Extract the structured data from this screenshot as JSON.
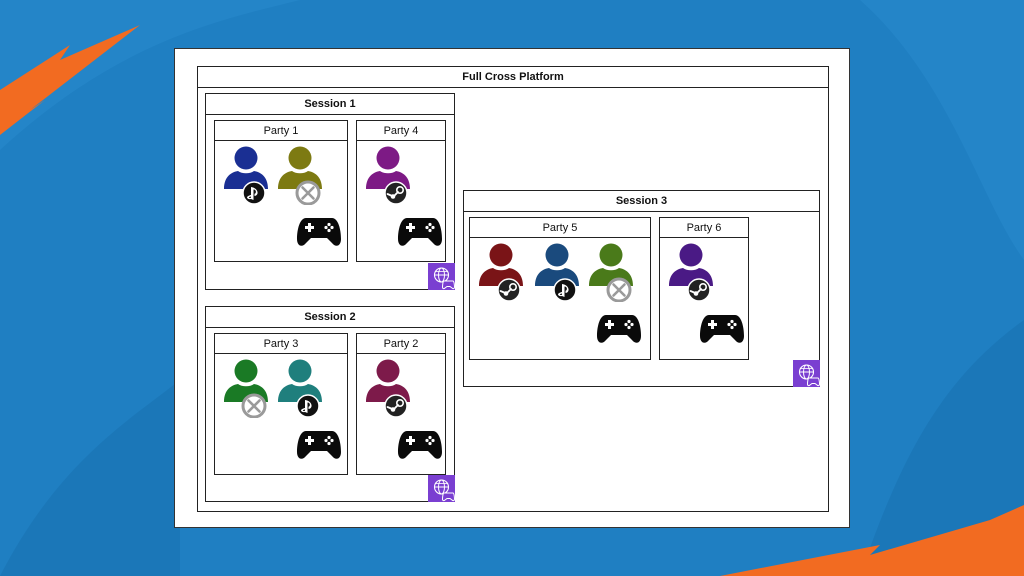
{
  "diagram": {
    "root_title": "Full Cross Platform",
    "sessions": [
      {
        "title": "Session 1",
        "parties": [
          {
            "title": "Party 1",
            "players": [
              {
                "color": "#1a2f93",
                "platform": "playstation"
              },
              {
                "color": "#7d7a12",
                "platform": "xbox"
              }
            ]
          },
          {
            "title": "Party 4",
            "players": [
              {
                "color": "#7d1a85",
                "platform": "steam"
              }
            ]
          }
        ]
      },
      {
        "title": "Session 2",
        "parties": [
          {
            "title": "Party 3",
            "players": [
              {
                "color": "#1a7a25",
                "platform": "xbox"
              },
              {
                "color": "#1f7f7d",
                "platform": "playstation"
              }
            ]
          },
          {
            "title": "Party 2",
            "players": [
              {
                "color": "#7d1a4a",
                "platform": "steam"
              }
            ]
          }
        ]
      },
      {
        "title": "Session 3",
        "parties": [
          {
            "title": "Party 5",
            "players": [
              {
                "color": "#7a1417",
                "platform": "steam"
              },
              {
                "color": "#1a4a7d",
                "platform": "playstation"
              },
              {
                "color": "#4a7a1a",
                "platform": "xbox"
              }
            ]
          },
          {
            "title": "Party 6",
            "players": [
              {
                "color": "#4a1a85",
                "platform": "steam"
              }
            ]
          }
        ]
      }
    ],
    "icons": {
      "controller": "gamepad-icon",
      "session_service": "globe-gamepad-icon",
      "platforms": [
        "playstation-icon",
        "xbox-icon",
        "steam-icon"
      ]
    },
    "colors": {
      "globe_bg": "#7a3fd1",
      "badge_xbox": "#9a9a9a"
    }
  }
}
